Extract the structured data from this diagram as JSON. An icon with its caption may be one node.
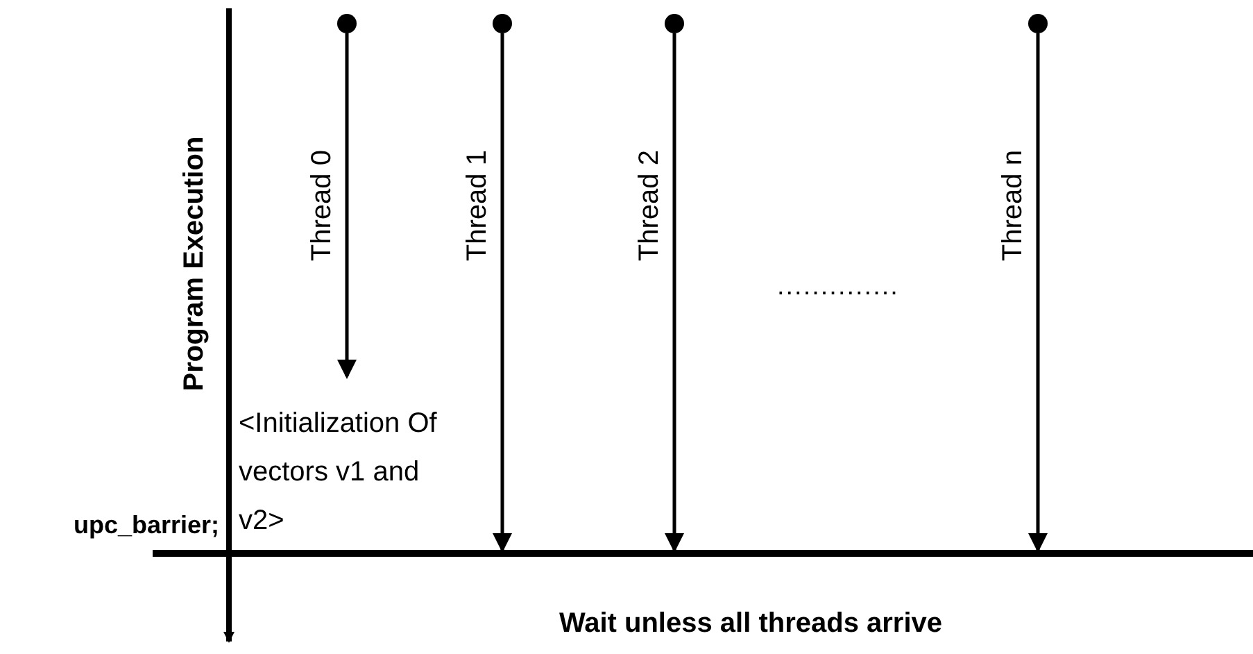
{
  "diagram": {
    "nodes": [
      {
        "text": [],
        "shape": "circle"
      },
      {
        "text": [],
        "shape": "circle"
      },
      {
        "text": [],
        "shape": "circle"
      },
      {
        "text": [],
        "shape": "circle"
      },
      {
        "text": [],
        "shape": "bar",
        "beside": [
          "upc_barrier;",
          "Wait unless all threads arrive"
        ]
      },
      {
        "text": [
          "<Initialization Of vectors v1 and v2>"
        ]
      }
    ],
    "edges": [
      {
        "from": 0,
        "to": 5,
        "arrow": "to"
      },
      {
        "from": 1,
        "to": 4,
        "arrow": "to"
      },
      {
        "from": 2,
        "to": 4,
        "arrow": "to"
      },
      {
        "from": 3,
        "to": 4,
        "arrow": "to"
      }
    ],
    "labels": [
      "Program Execution",
      "Thread 0",
      "Thread 1",
      "Thread 2",
      "..............",
      "Thread n"
    ]
  }
}
